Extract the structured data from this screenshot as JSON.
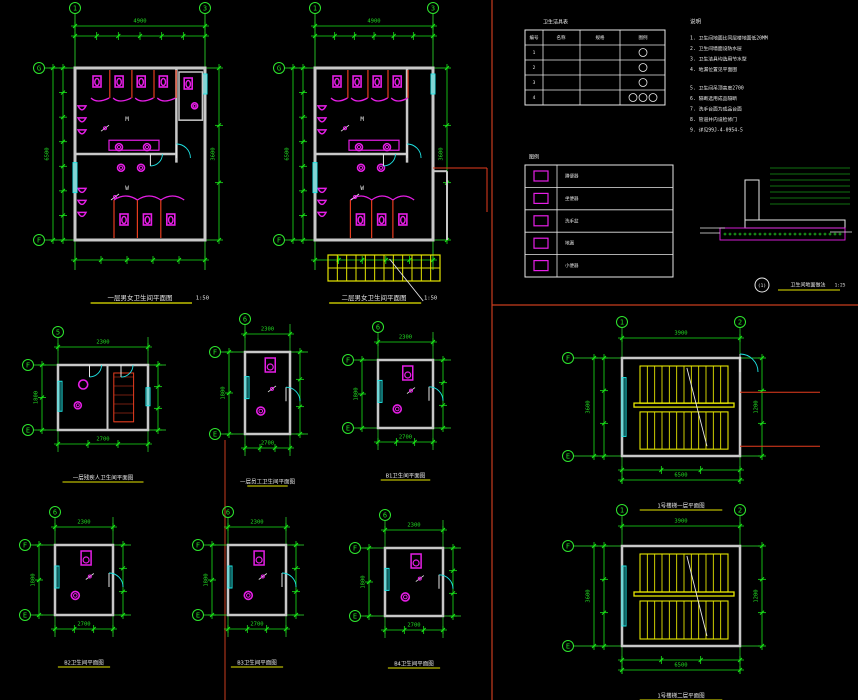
{
  "palette": {
    "background": "#000000",
    "wall": "#c8c8c8",
    "dim": "#19e619",
    "grid": "#2ee62e",
    "fixture": "#e61ee6",
    "stair": "#e6e600",
    "title_line": "#e6e600",
    "window": "#1ee6e6",
    "door": "#e6e6e6",
    "partition": "#e63c1e",
    "text_green": "#22dd22",
    "text_white": "#e8e8e8",
    "frame": "#c83c1e"
  },
  "axis_labels": {
    "one": "1",
    "two": "2",
    "three": "3",
    "five": "5",
    "six": "6",
    "e": "E",
    "f": "F",
    "g": "G"
  },
  "dimension_numbers": {
    "d1": "4900",
    "d2": "3900",
    "d3": "2300",
    "d4": "2700",
    "d5": "1800",
    "d6": "1200",
    "d7": "6500",
    "d8": "3600"
  },
  "labels": {
    "toilet_a": "M",
    "toilet_b": "W",
    "detail_tag": "(1)",
    "detail_scale": "1:25",
    "scale_50": "1:50"
  },
  "notes": {
    "header": "说明",
    "lines": [
      "1. 卫生间地面比同层楼地面低20MM",
      "2. 卫生间墙面设防水层",
      "3. 卫生洁具均选用节水型",
      "4. 地漏位置见平面图",
      "5. 卫生间吊顶高度2700",
      "6. 隔断选用成品隔断",
      "7. 洗手台面为成品台面",
      "8. 管道井内设检修门",
      "9. 详见99J-4-0954-5"
    ]
  },
  "legend_tables": {
    "upper_header": "卫生洁具表",
    "upper_col": [
      "编号",
      "名称",
      "规格",
      "图例"
    ],
    "upper_rows": [
      "1",
      "2",
      "3",
      "4"
    ],
    "lower_header": "图例",
    "lower_items": [
      "蹲便器",
      "坐便器",
      "洗手盆",
      "地漏",
      "小便器"
    ]
  },
  "titles": {
    "main_1": "一层男女卫生间平面图",
    "main_2": "二层男女卫生间平面图",
    "small_1": "一层残疾人卫生间平面图",
    "small_2": "一层员工卫生间平面图",
    "small_3": "B1卫生间平面图",
    "small_4": "B2卫生间平面图",
    "small_5": "B3卫生间平面图",
    "small_6": "B4卫生间平面图",
    "stair_1": "1号楼梯一层平面图",
    "stair_2": "1号楼梯二层平面图",
    "detail": "卫生间地面做法"
  }
}
